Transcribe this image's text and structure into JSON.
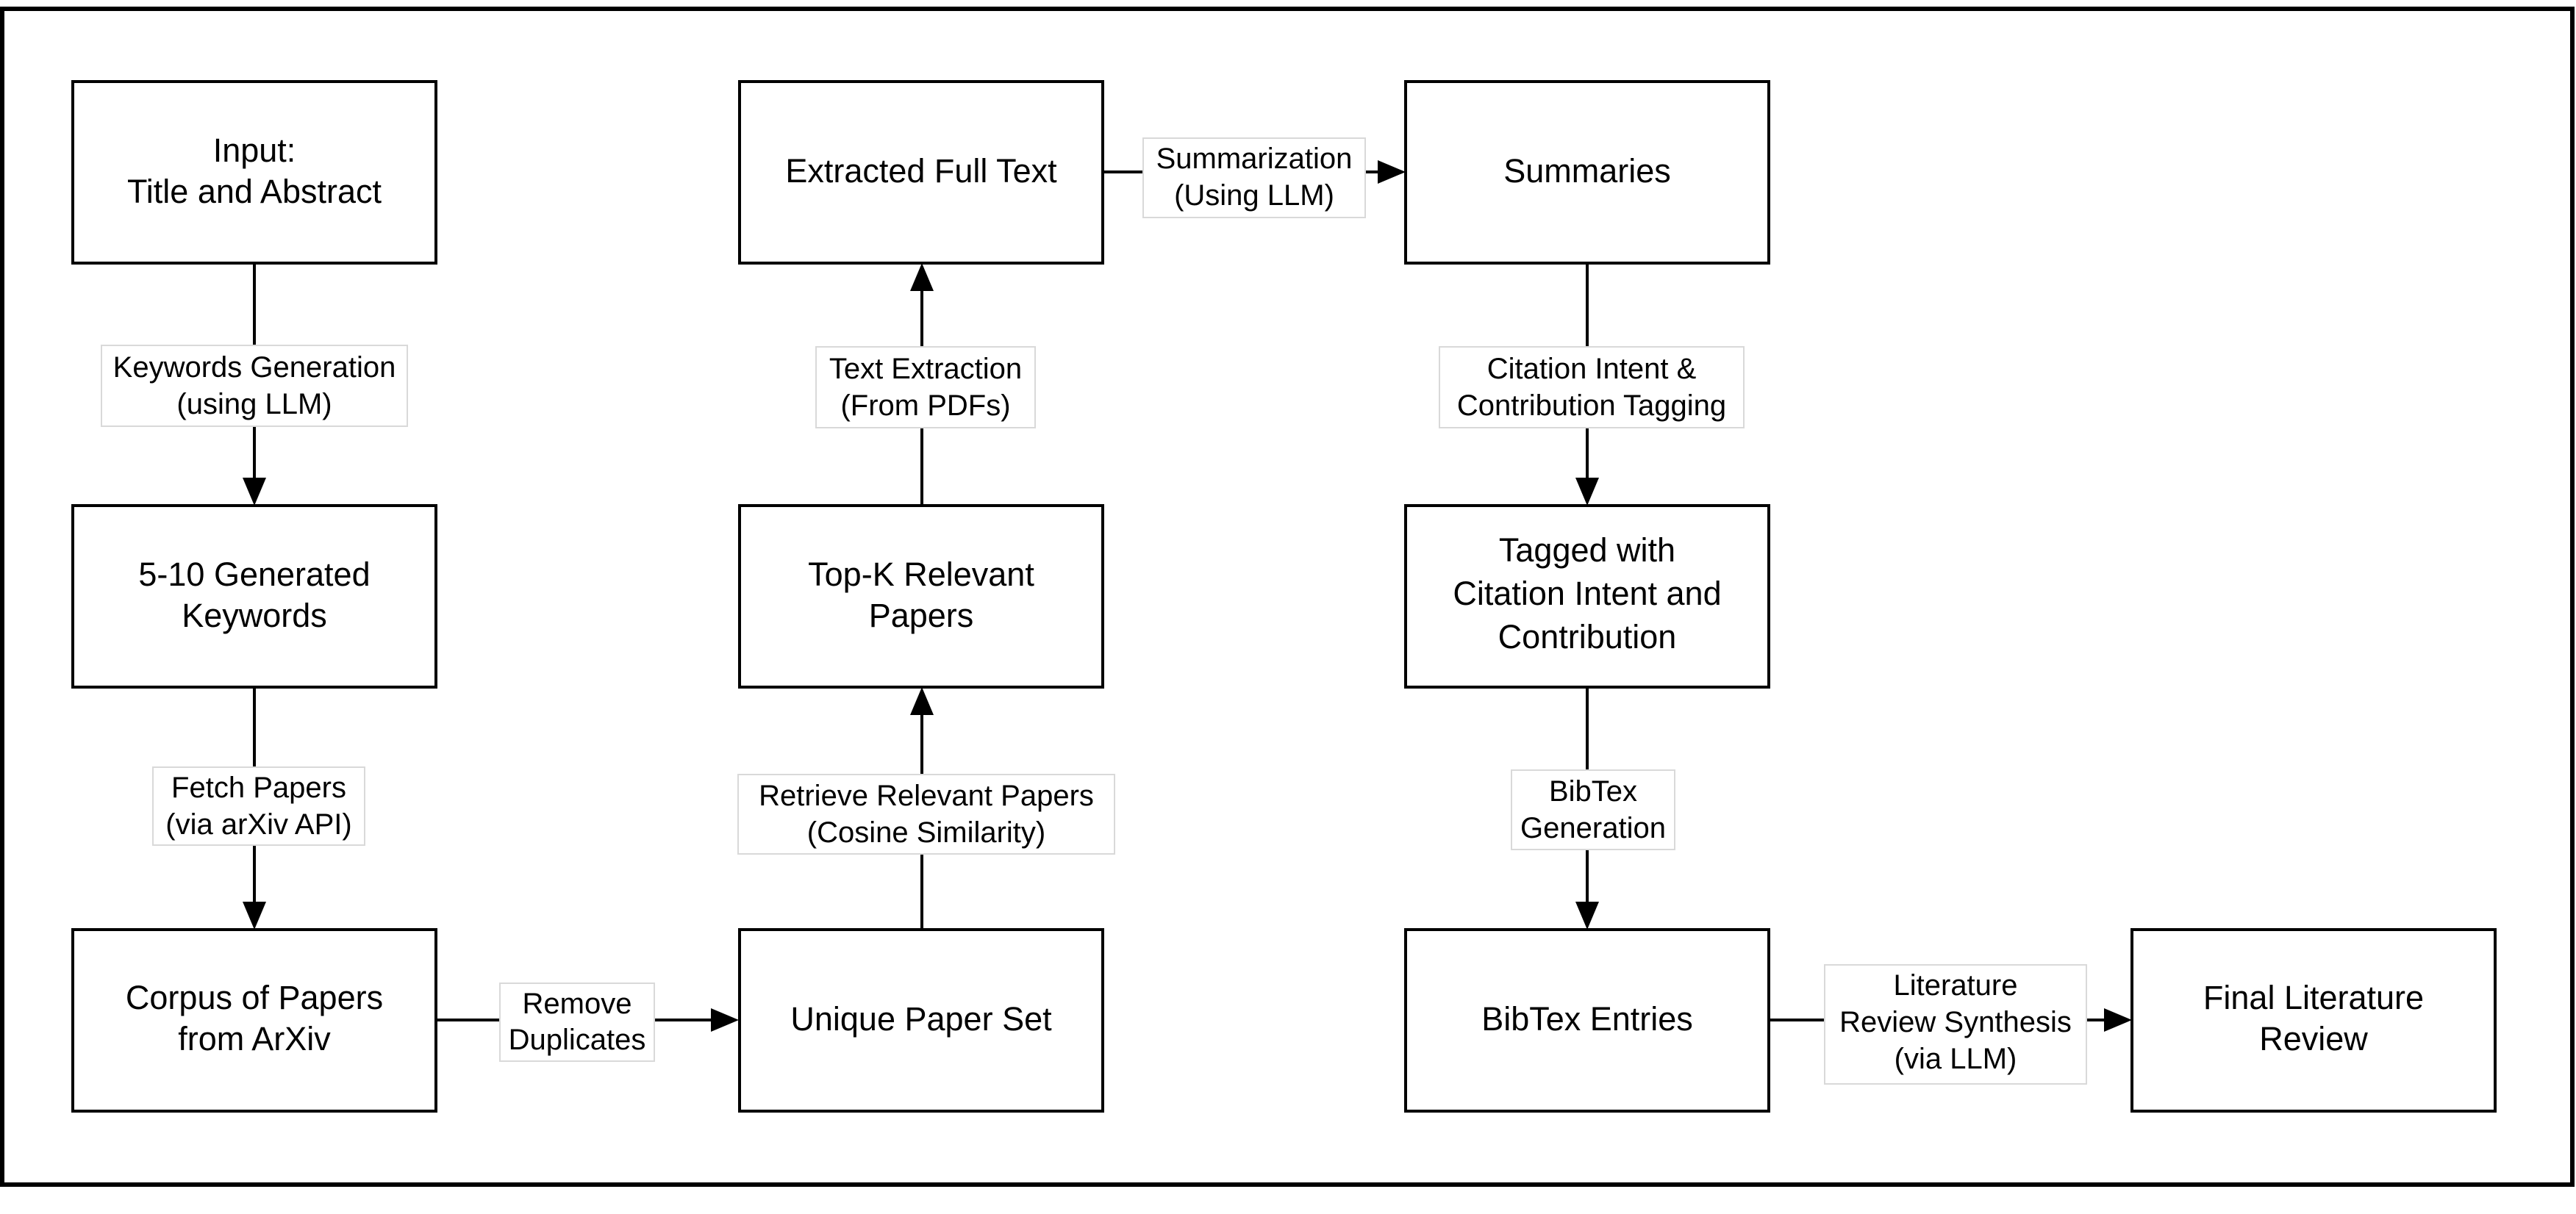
{
  "nodes": {
    "input": {
      "lines": [
        "Input:",
        "Title and Abstract"
      ]
    },
    "keywords": {
      "lines": [
        "5-10 Generated",
        "Keywords"
      ]
    },
    "corpus": {
      "lines": [
        "Corpus of Papers",
        "from ArXiv"
      ]
    },
    "unique": {
      "lines": [
        "Unique Paper Set"
      ]
    },
    "topk": {
      "lines": [
        "Top-K Relevant",
        "Papers"
      ]
    },
    "fulltext": {
      "lines": [
        "Extracted Full Text"
      ]
    },
    "summaries": {
      "lines": [
        "Summaries"
      ]
    },
    "tagged": {
      "lines": [
        "Tagged with",
        "Citation Intent and",
        "Contribution"
      ]
    },
    "bibtex": {
      "lines": [
        "BibTex Entries"
      ]
    },
    "final": {
      "lines": [
        "Final Literature",
        "Review"
      ]
    }
  },
  "edges": {
    "keywords_gen": {
      "lines": [
        "Keywords Generation",
        "(using LLM)"
      ]
    },
    "fetch": {
      "lines": [
        "Fetch Papers",
        "(via arXiv API)"
      ]
    },
    "dedup": {
      "lines": [
        "Remove",
        "Duplicates"
      ]
    },
    "retrieve": {
      "lines": [
        "Retrieve Relevant Papers",
        "(Cosine Similarity)"
      ]
    },
    "extract": {
      "lines": [
        "Text Extraction",
        "(From PDFs)"
      ]
    },
    "summarize": {
      "lines": [
        "Summarization",
        "(Using LLM)"
      ]
    },
    "tagging": {
      "lines": [
        "Citation Intent &",
        "Contribution Tagging"
      ]
    },
    "bibgen": {
      "lines": [
        "BibTex",
        "Generation"
      ]
    },
    "synthesis": {
      "lines": [
        "Literature",
        "Review Synthesis",
        "(via LLM)"
      ]
    }
  }
}
